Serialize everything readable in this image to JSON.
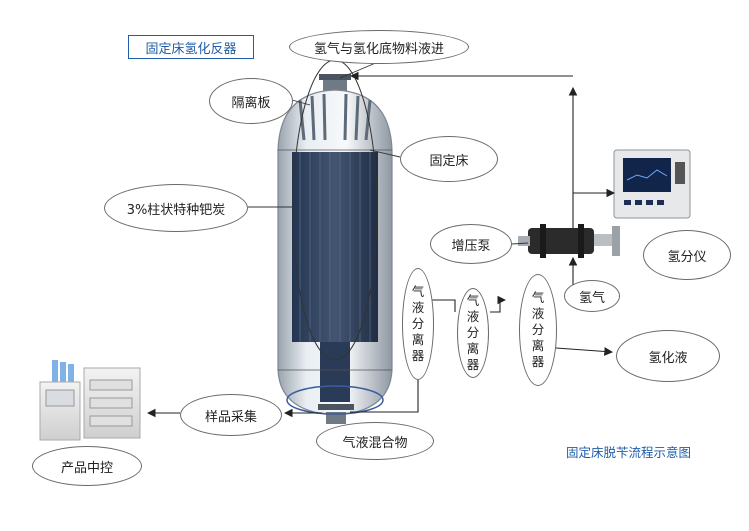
{
  "title": "固定床氢化反器",
  "caption": "固定床脱苄流程示意图",
  "labels": {
    "feed_inlet": "氢气与氢化底物料液进",
    "separator_plate": "隔离板",
    "fixed_bed": "固定床",
    "catalyst": "3%柱状特种钯炭",
    "booster_pump": "增压泵",
    "hydrogen_analyzer": "氢分仪",
    "hydrogen_gas": "氢气",
    "separator_1": "气液分离器",
    "separator_2": "气液分离器",
    "separator_3": "气液分离器",
    "hydrogenated_liquid": "氢化液",
    "sampling": "样品采集",
    "gas_liquid_mixture": "气液混合物",
    "product_control": "产品中控"
  },
  "colors": {
    "accent_blue": "#1f5da8",
    "line": "#222222",
    "oval_border": "#6b6b6b"
  }
}
